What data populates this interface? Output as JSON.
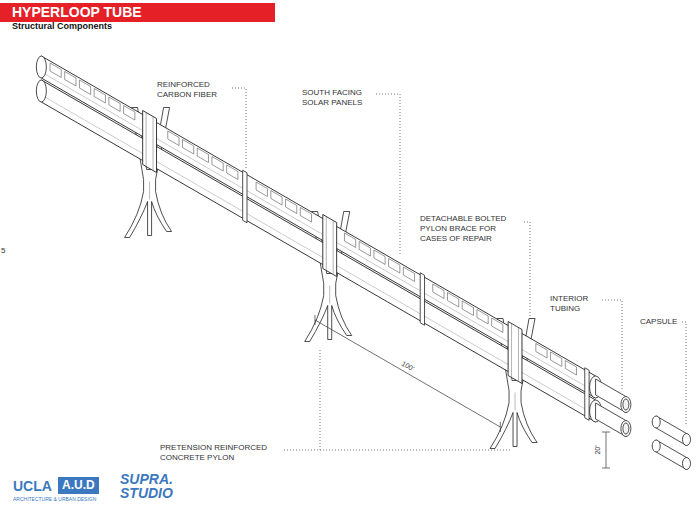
{
  "diagram": {
    "title": "HYPERLOOP TUBE",
    "labels": [
      "Structural Components",
      "5",
      "REINFORCED CARBON FIBER",
      "SOUTH FACING SOLAR PANELS",
      "DETACHABLE BOLTED PYLON BRACE FOR CASES OF REPAIR",
      "INTERIOR TUBING",
      "CAPSULE",
      "100'",
      "20'",
      "PRETENSION REINFORCED CONCRETE PYLON",
      "UCLA",
      "A.U.D",
      "ARCHITECTURE & URBAN DESIGN",
      "SUPRA. STUDIO"
    ]
  }
}
